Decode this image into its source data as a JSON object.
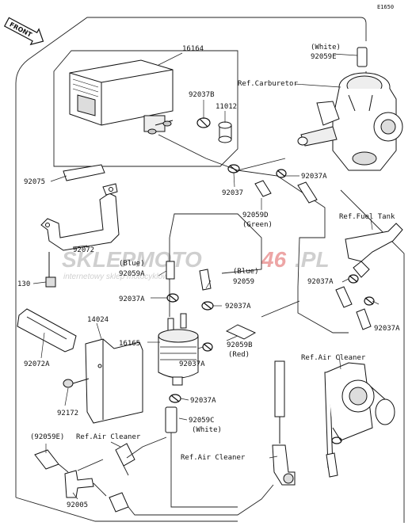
{
  "page_code": "E1650",
  "front_arrow": "FRONT",
  "watermark": {
    "big_a": "SKLEPMOTO",
    "big_b": "46",
    "big_c": ".PL",
    "small": "internetowy sklep motocyklowy"
  },
  "labels": {
    "p16164": "16164",
    "p92059E_white": "(White)",
    "p92059E": "92059E",
    "ref_carb": "Ref.Carburetor",
    "p92037B": "92037B",
    "p11012": "11012",
    "p92037A_1": "92037A",
    "p92075": "92075",
    "p92037": "92037",
    "p92059D": "92059D",
    "green": "(Green)",
    "ref_tank": "Ref.Fuel Tank",
    "p92072": "92072",
    "blue_1": "(Blue)",
    "p92059A": "92059A",
    "blue_2": "(Blue)",
    "p92059": "92059",
    "p92037A_2": "92037A",
    "p130": "130",
    "p92037A_3": "92037A",
    "p92037A_4": "92037A",
    "p14024": "14024",
    "p92037A_5": "92037A",
    "p16165": "16165",
    "p92059B": "92059B",
    "red": "(Red)",
    "p92072A": "92072A",
    "p92037A_6": "92037A",
    "ref_air_1": "Ref.Air Cleaner",
    "p92172": "92172",
    "p92037A_7": "92037A",
    "p92059C": "92059C",
    "white": "(White)",
    "p92059E_paren": "(92059E)",
    "ref_air_2": "Ref.Air Cleaner",
    "ref_air_3": "Ref.Air Cleaner",
    "p92005": "92005"
  }
}
